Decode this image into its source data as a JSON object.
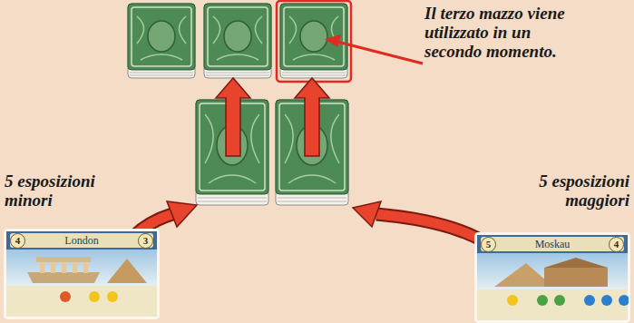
{
  "diagram": {
    "nodes": [
      {
        "text": [
          "4",
          "London",
          "3"
        ]
      },
      {
        "text": [
          "5",
          "Moskau",
          "4"
        ]
      }
    ],
    "labels": [
      "Il terzo mazzo viene utilizzato in un secondo momento.",
      "5 esposizioni minori",
      "5 esposizioni maggiori"
    ]
  }
}
